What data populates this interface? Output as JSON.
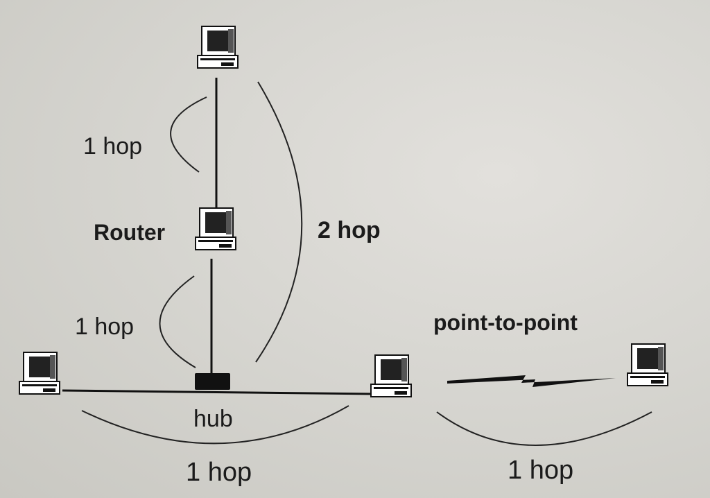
{
  "diagram": {
    "nodes": {
      "router": "Router",
      "hub": "hub",
      "point_to_point": "point-to-point"
    },
    "hop_labels": {
      "top": "1 hop",
      "middle": "1 hop",
      "two": "2 hop",
      "bottom_left": "1 hop",
      "bottom_right": "1 hop"
    },
    "icons": {
      "computer": "computer-icon",
      "hub": "hub-icon",
      "serial_link": "lightning-link-icon"
    },
    "colors": {
      "background": "#d7d6d1",
      "ink": "#111111"
    }
  }
}
